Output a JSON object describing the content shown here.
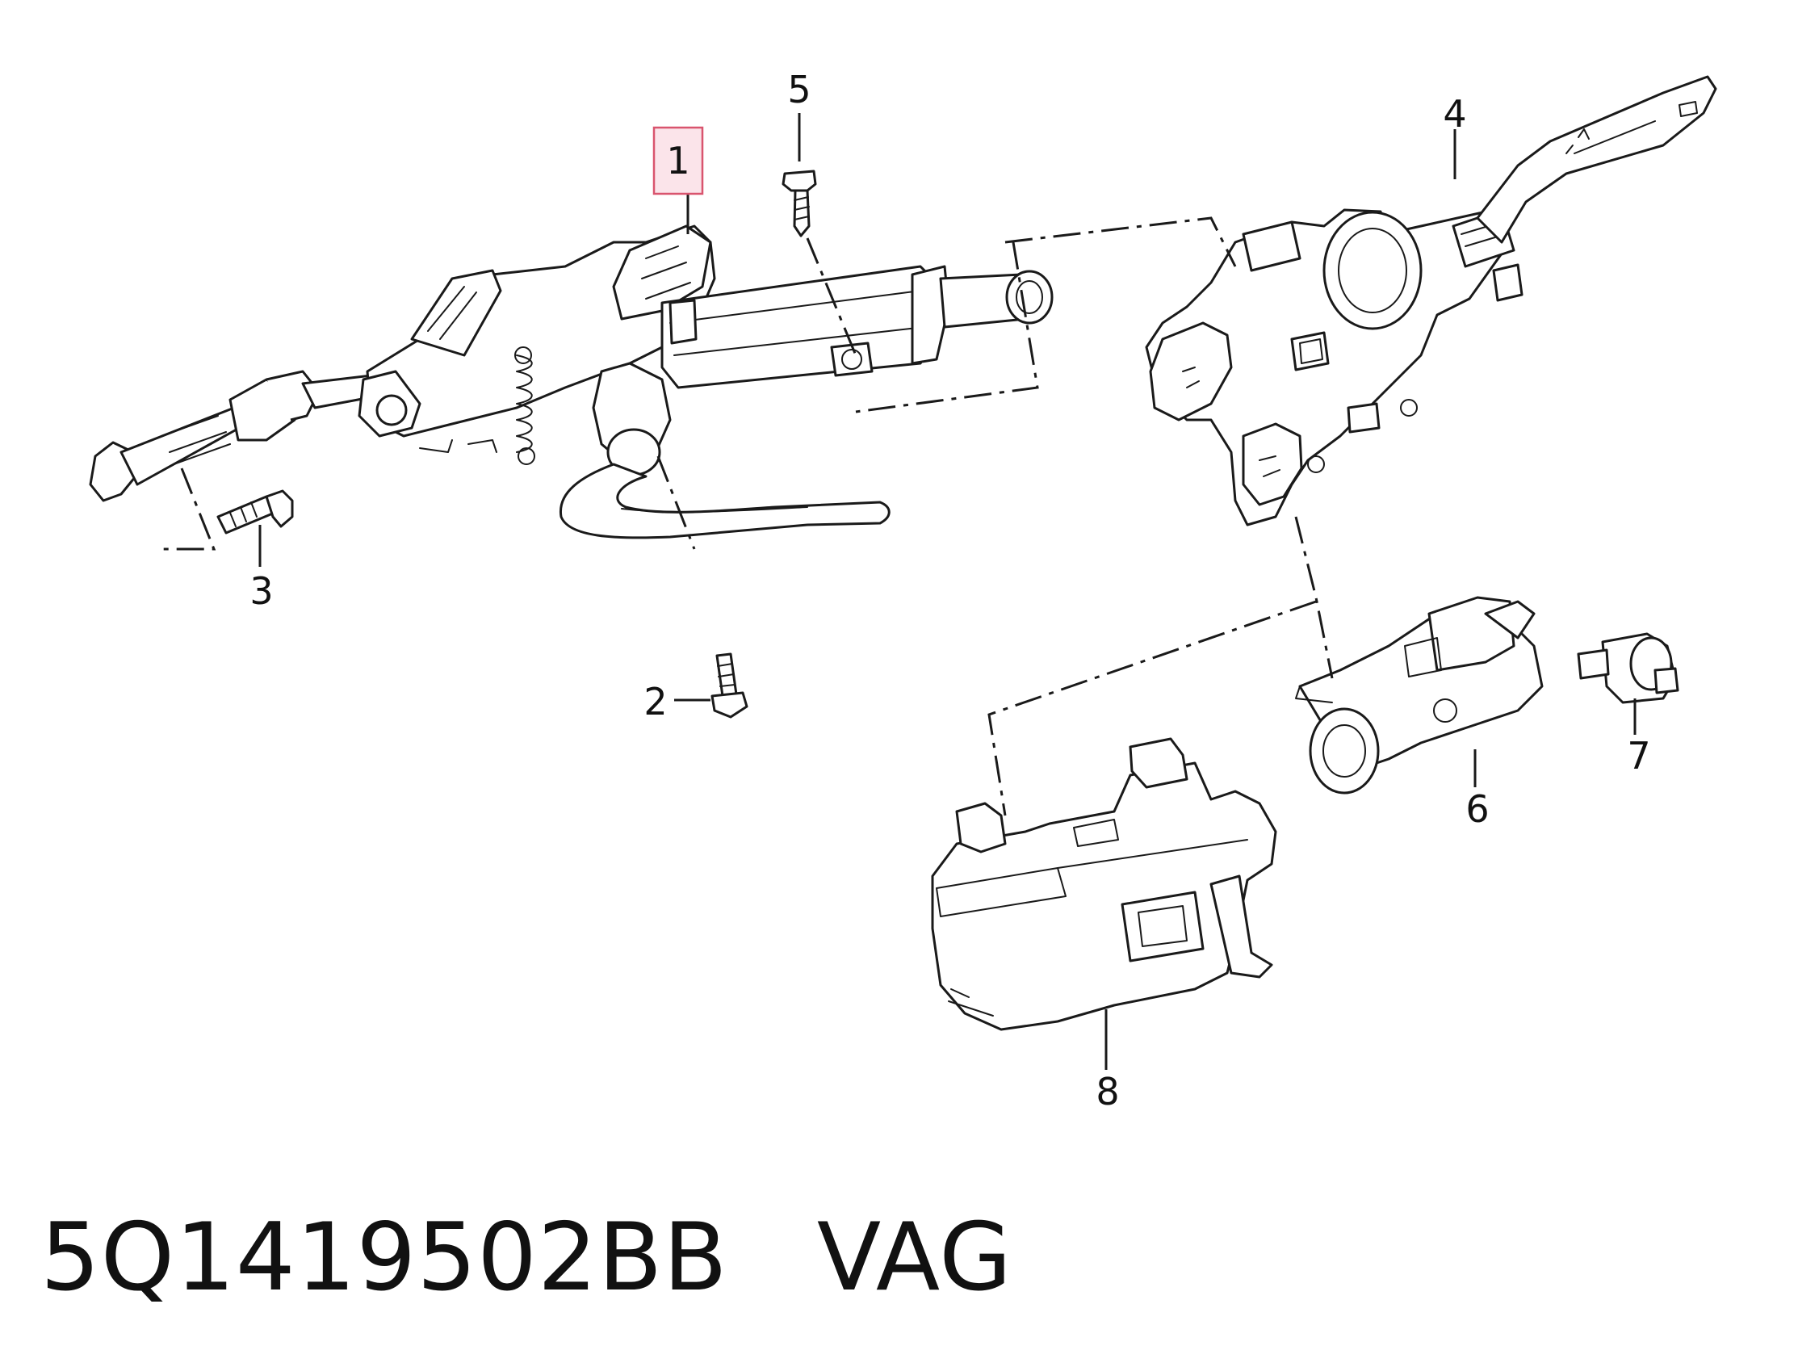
{
  "callouts": [
    {
      "id": "1",
      "label": "1",
      "highlighted": true
    },
    {
      "id": "2",
      "label": "2"
    },
    {
      "id": "3",
      "label": "3"
    },
    {
      "id": "4",
      "label": "4"
    },
    {
      "id": "5",
      "label": "5"
    },
    {
      "id": "6",
      "label": "6"
    },
    {
      "id": "7",
      "label": "7"
    },
    {
      "id": "8",
      "label": "8"
    }
  ],
  "footer": {
    "part_number": "5Q1419502BB",
    "brand": "VAG"
  },
  "colors": {
    "line": "#1a1a1a",
    "highlight_fill": "#fbe4ea",
    "highlight_stroke": "#d9546e"
  }
}
